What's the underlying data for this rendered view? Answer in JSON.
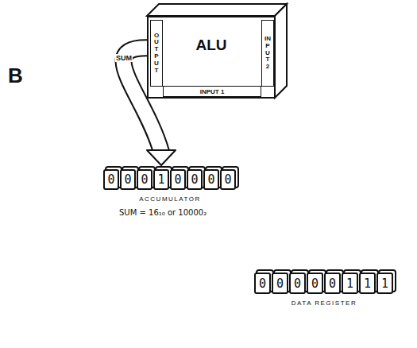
{
  "diagram": {
    "nodes": [
      {
        "text": [
          "ALU"
        ]
      },
      {
        "text": [
          "OUTPUT"
        ],
        "in": 0
      },
      {
        "text": [
          "INPUT 2"
        ],
        "in": 0
      },
      {
        "text": [
          "INPUT 1"
        ],
        "in": 0
      },
      {
        "text": [
          "0",
          "0",
          "0",
          "1",
          "0",
          "0",
          "0",
          "0",
          "ACCUMULATOR"
        ]
      },
      {
        "text": [
          "0",
          "0",
          "0",
          "0",
          "0",
          "1",
          "1",
          "1",
          "DATA REGISTER"
        ]
      }
    ],
    "edges": [
      {
        "from": 1,
        "to": 4,
        "arrow": "to",
        "label": "SUM"
      }
    ],
    "labels": [
      "B",
      "SUM = 16₁₀ or 10000₂"
    ]
  }
}
